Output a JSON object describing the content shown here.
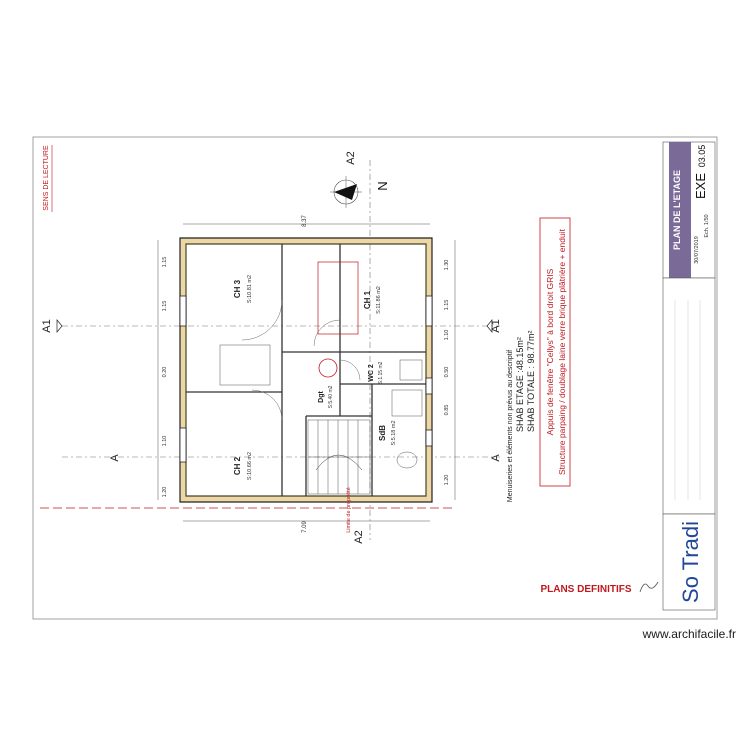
{
  "sheet": {
    "reading_direction": "SENS DE LECTURE",
    "title": "PLAN DE L'ETAGE",
    "phase": "EXE",
    "sheet_number": "03.05",
    "date": "30/07/2019",
    "scale": "Ech. 1/50",
    "status": "PLANS DEFINITIFS",
    "brand": "So Tradi",
    "brand_first": "So",
    "brand_second": "Tradi"
  },
  "notes": {
    "window_sills": "Appuis de fenêtre \"Cellys\" à bord droit GRIS",
    "structure": "Structure parpaing / doublage laine verre brique plâtrière + enduit",
    "shab_etage": "SHAB ETAGE :48.15m²",
    "shab_totale": "SHAB TOTALE : 98.77m²",
    "descriptif": "Menuiseries et éléments non prévus au descriptif",
    "property_limit": "Limite de propriété"
  },
  "rooms": {
    "ch3": {
      "name": "CH 3",
      "area": "S:10.81 m2"
    },
    "ch1": {
      "name": "CH 1",
      "area": "S:11.86 m2"
    },
    "ch2": {
      "name": "CH 2",
      "area": "S:10.66 m2"
    },
    "wc": {
      "name": "WC 2",
      "area": "S:1.15 m2"
    },
    "dgt": {
      "name": "Dgt",
      "area": "S:5.40 m2"
    },
    "sdb": {
      "name": "SdB",
      "area": "S:5.18 m2"
    }
  },
  "section_marks": {
    "a1": "A1",
    "a": "A",
    "a2": "A2"
  },
  "north": "N",
  "dims": {
    "top_total": "8.37",
    "bottom_total": "7.09",
    "d1": "1.15",
    "d2": "1.15",
    "d3": "0.20",
    "d4": "1.10",
    "d5": "1.20",
    "d6": "1.30",
    "d7": "1.15",
    "d8": "1.10",
    "d9": "0.50",
    "d10": "0.85",
    "d11": "1.20"
  },
  "colors": {
    "note_red": "#c0181e",
    "title_purple": "#7a6a98",
    "brand_blue": "#20469a",
    "wall_fill": "#eed7a6"
  },
  "watermark": "www.archifacile.fr"
}
